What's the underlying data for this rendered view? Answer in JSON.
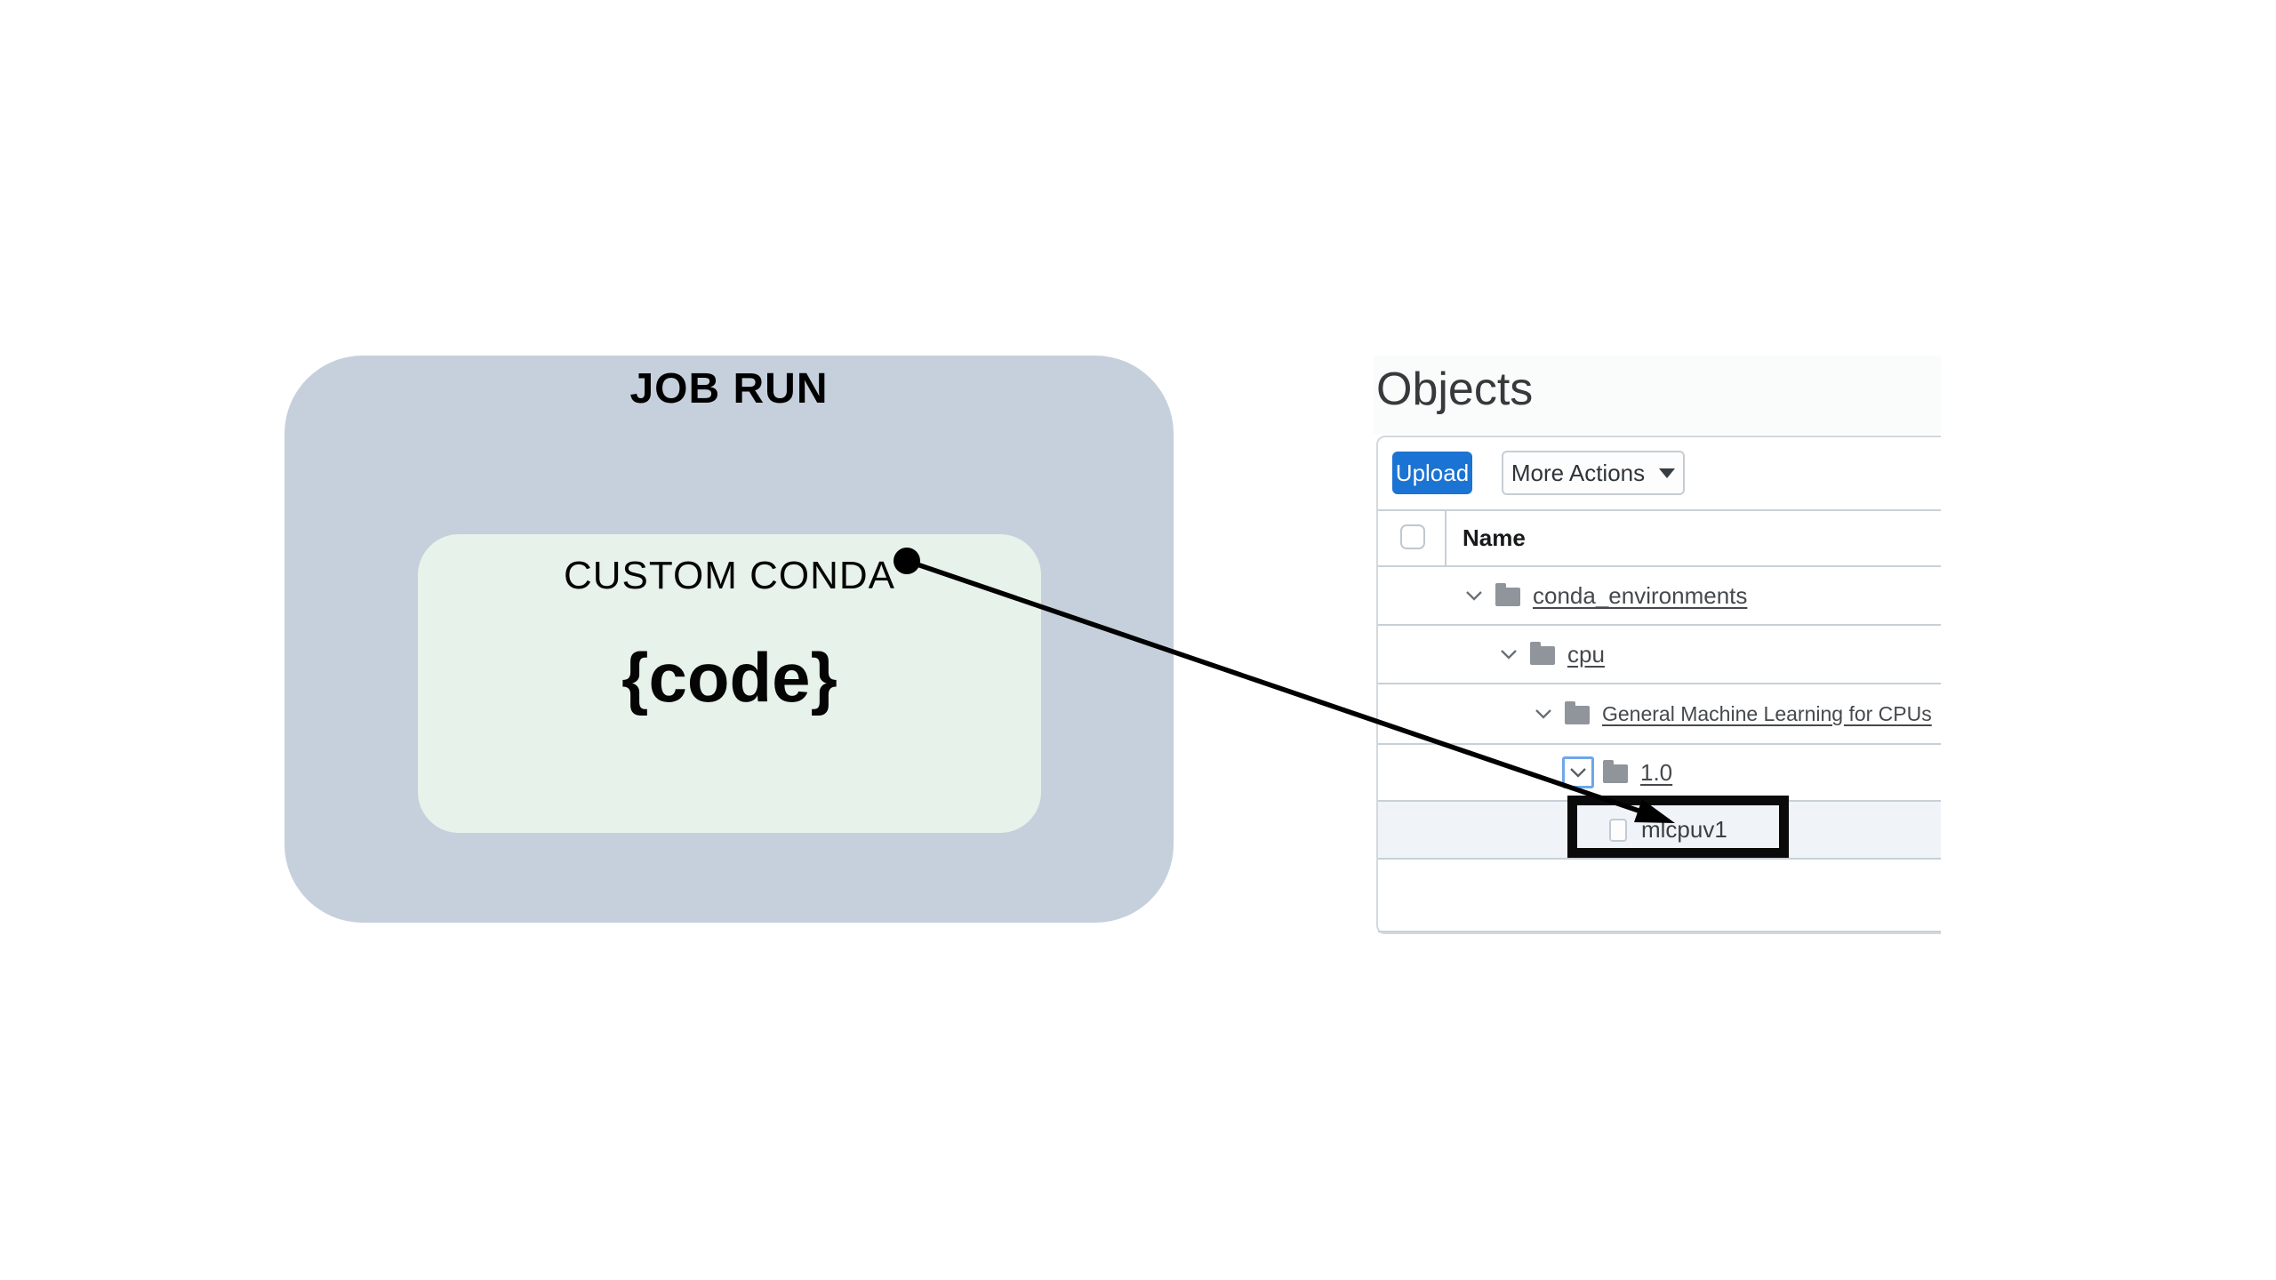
{
  "diagram": {
    "outer_label": "JOB RUN",
    "inner_label": "CUSTOM CONDA",
    "inner_content": "{code}",
    "colors": {
      "outer_bg": "#c5d0dc",
      "inner_bg": "#e6f2ea",
      "connector": "#000000"
    }
  },
  "console": {
    "title": "Objects",
    "toolbar": {
      "upload_label": "Upload",
      "more_actions_label": "More Actions",
      "upload_bg": "#1b73d3"
    },
    "table": {
      "name_header": "Name",
      "rows": [
        {
          "label": "conda_environments",
          "type": "folder",
          "expanded": true
        },
        {
          "label": "cpu",
          "type": "folder",
          "expanded": true
        },
        {
          "label": "General Machine Learning for CPUs",
          "type": "folder",
          "expanded": true
        },
        {
          "label": "1.0",
          "type": "folder",
          "expanded": true,
          "focused": true
        },
        {
          "label": "mlcpuv1",
          "type": "object",
          "highlighted": true
        }
      ]
    },
    "colors": {
      "row_highlight": "#f0f4f9",
      "focus_ring": "#6ea7e8",
      "link_text": "#45494d",
      "annotation": "#0a0a0a",
      "border": "#c8d0d7"
    }
  },
  "icons": {
    "chevron": "chevron-down-icon",
    "folder": "folder-icon",
    "caret": "caret-down-icon",
    "dot": "connector-dot",
    "arrow": "connector-arrow"
  }
}
